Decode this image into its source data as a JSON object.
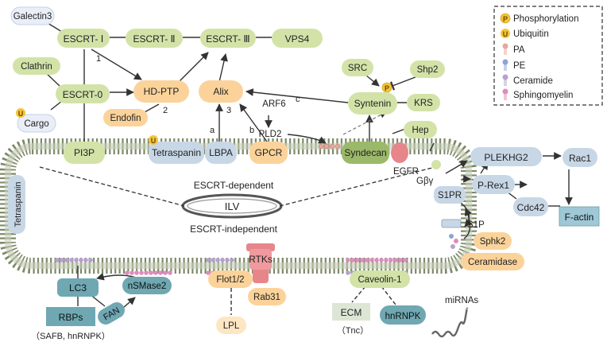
{
  "escrt": {
    "escrt_1": "ESCRT- Ⅰ",
    "escrt_2": "ESCRT- Ⅱ",
    "escrt_3": "ESCRT- Ⅲ",
    "vps4": "VPS4",
    "escrt_0": "ESCRT-0",
    "galectin3": "Galectin3",
    "clathrin": "Clathrin",
    "cargo": "Cargo",
    "hdptp": "HD-PTP",
    "endofin": "Endofin",
    "alix": "Alix",
    "pi3p": "PI3P",
    "tetraspanin": "Tetraspanin",
    "lbpa": "LBPA",
    "gpcr": "GPCR"
  },
  "syntenin_module": {
    "src": "SRC",
    "shp2": "Shp2",
    "syntenin": "Syntenin",
    "krs": "KRS",
    "hep": "Hep",
    "syndecan": "Syndecan",
    "egfr": "EGFR",
    "arf6": "ARF6",
    "pld2": "PLD2"
  },
  "signaling": {
    "plekhg2": "PLEKHG2",
    "prex1": "P-Rex1",
    "rac1": "Rac1",
    "cdc42": "Cdc42",
    "factin": "F-actin",
    "gby": "Gβγ",
    "s1pr": "S1PR",
    "s1p": "S1P",
    "sphk2": "Sphk2",
    "ceramidase": "Ceramidase"
  },
  "center": {
    "ilv": "ILV",
    "escrt_dependent": "ESCRT-dependent",
    "escrt_independent": "ESCRT-independent",
    "tetraspanin_vertical": "Tetraspanin"
  },
  "bottom": {
    "lc3": "LC3",
    "nsmase2": "nSMase2",
    "fan": "FAN",
    "rbps": "RBPs",
    "rbps_detail": "（SAFB, hnRNPK）",
    "flot": "Flot1/2",
    "rtks": "RTKs",
    "rab31": "Rab31",
    "lpl": "LPL",
    "caveolin": "Caveolin-1",
    "ecm": "ECM",
    "tnc": "（Tnc）",
    "hnrnpk": "hnRNPK",
    "mirnas": "miRNAs"
  },
  "path_labels": {
    "n1": "1",
    "n2": "2",
    "n3": "3",
    "a": "a",
    "b": "b",
    "c": "c"
  },
  "legend": {
    "phosphorylation": "Phosphorylation",
    "ubiquitin": "Ubiquitin",
    "pa": "PA",
    "pe": "PE",
    "ceramide": "Ceramide",
    "sphingomyelin": "Sphingomyelin",
    "p_symbol": "P",
    "u_symbol": "U"
  },
  "colors": {
    "green_node": "#d3e3a8",
    "orange_node": "#fbd39a",
    "blue_node": "#c8d7e6",
    "teal_node": "#6fa8b2",
    "pale_orange": "#fde6c4",
    "pale_blue": "#e9eef8",
    "factin_bg": "#9fc8d6",
    "membrane_head": "#8f9a7e",
    "pa_color": "#e8a79b",
    "pe_color": "#8da4d4",
    "ceramide_color": "#b7a1cf",
    "sphingomyelin_color": "#e08bbd",
    "phospho_color": "#f5c43a"
  }
}
